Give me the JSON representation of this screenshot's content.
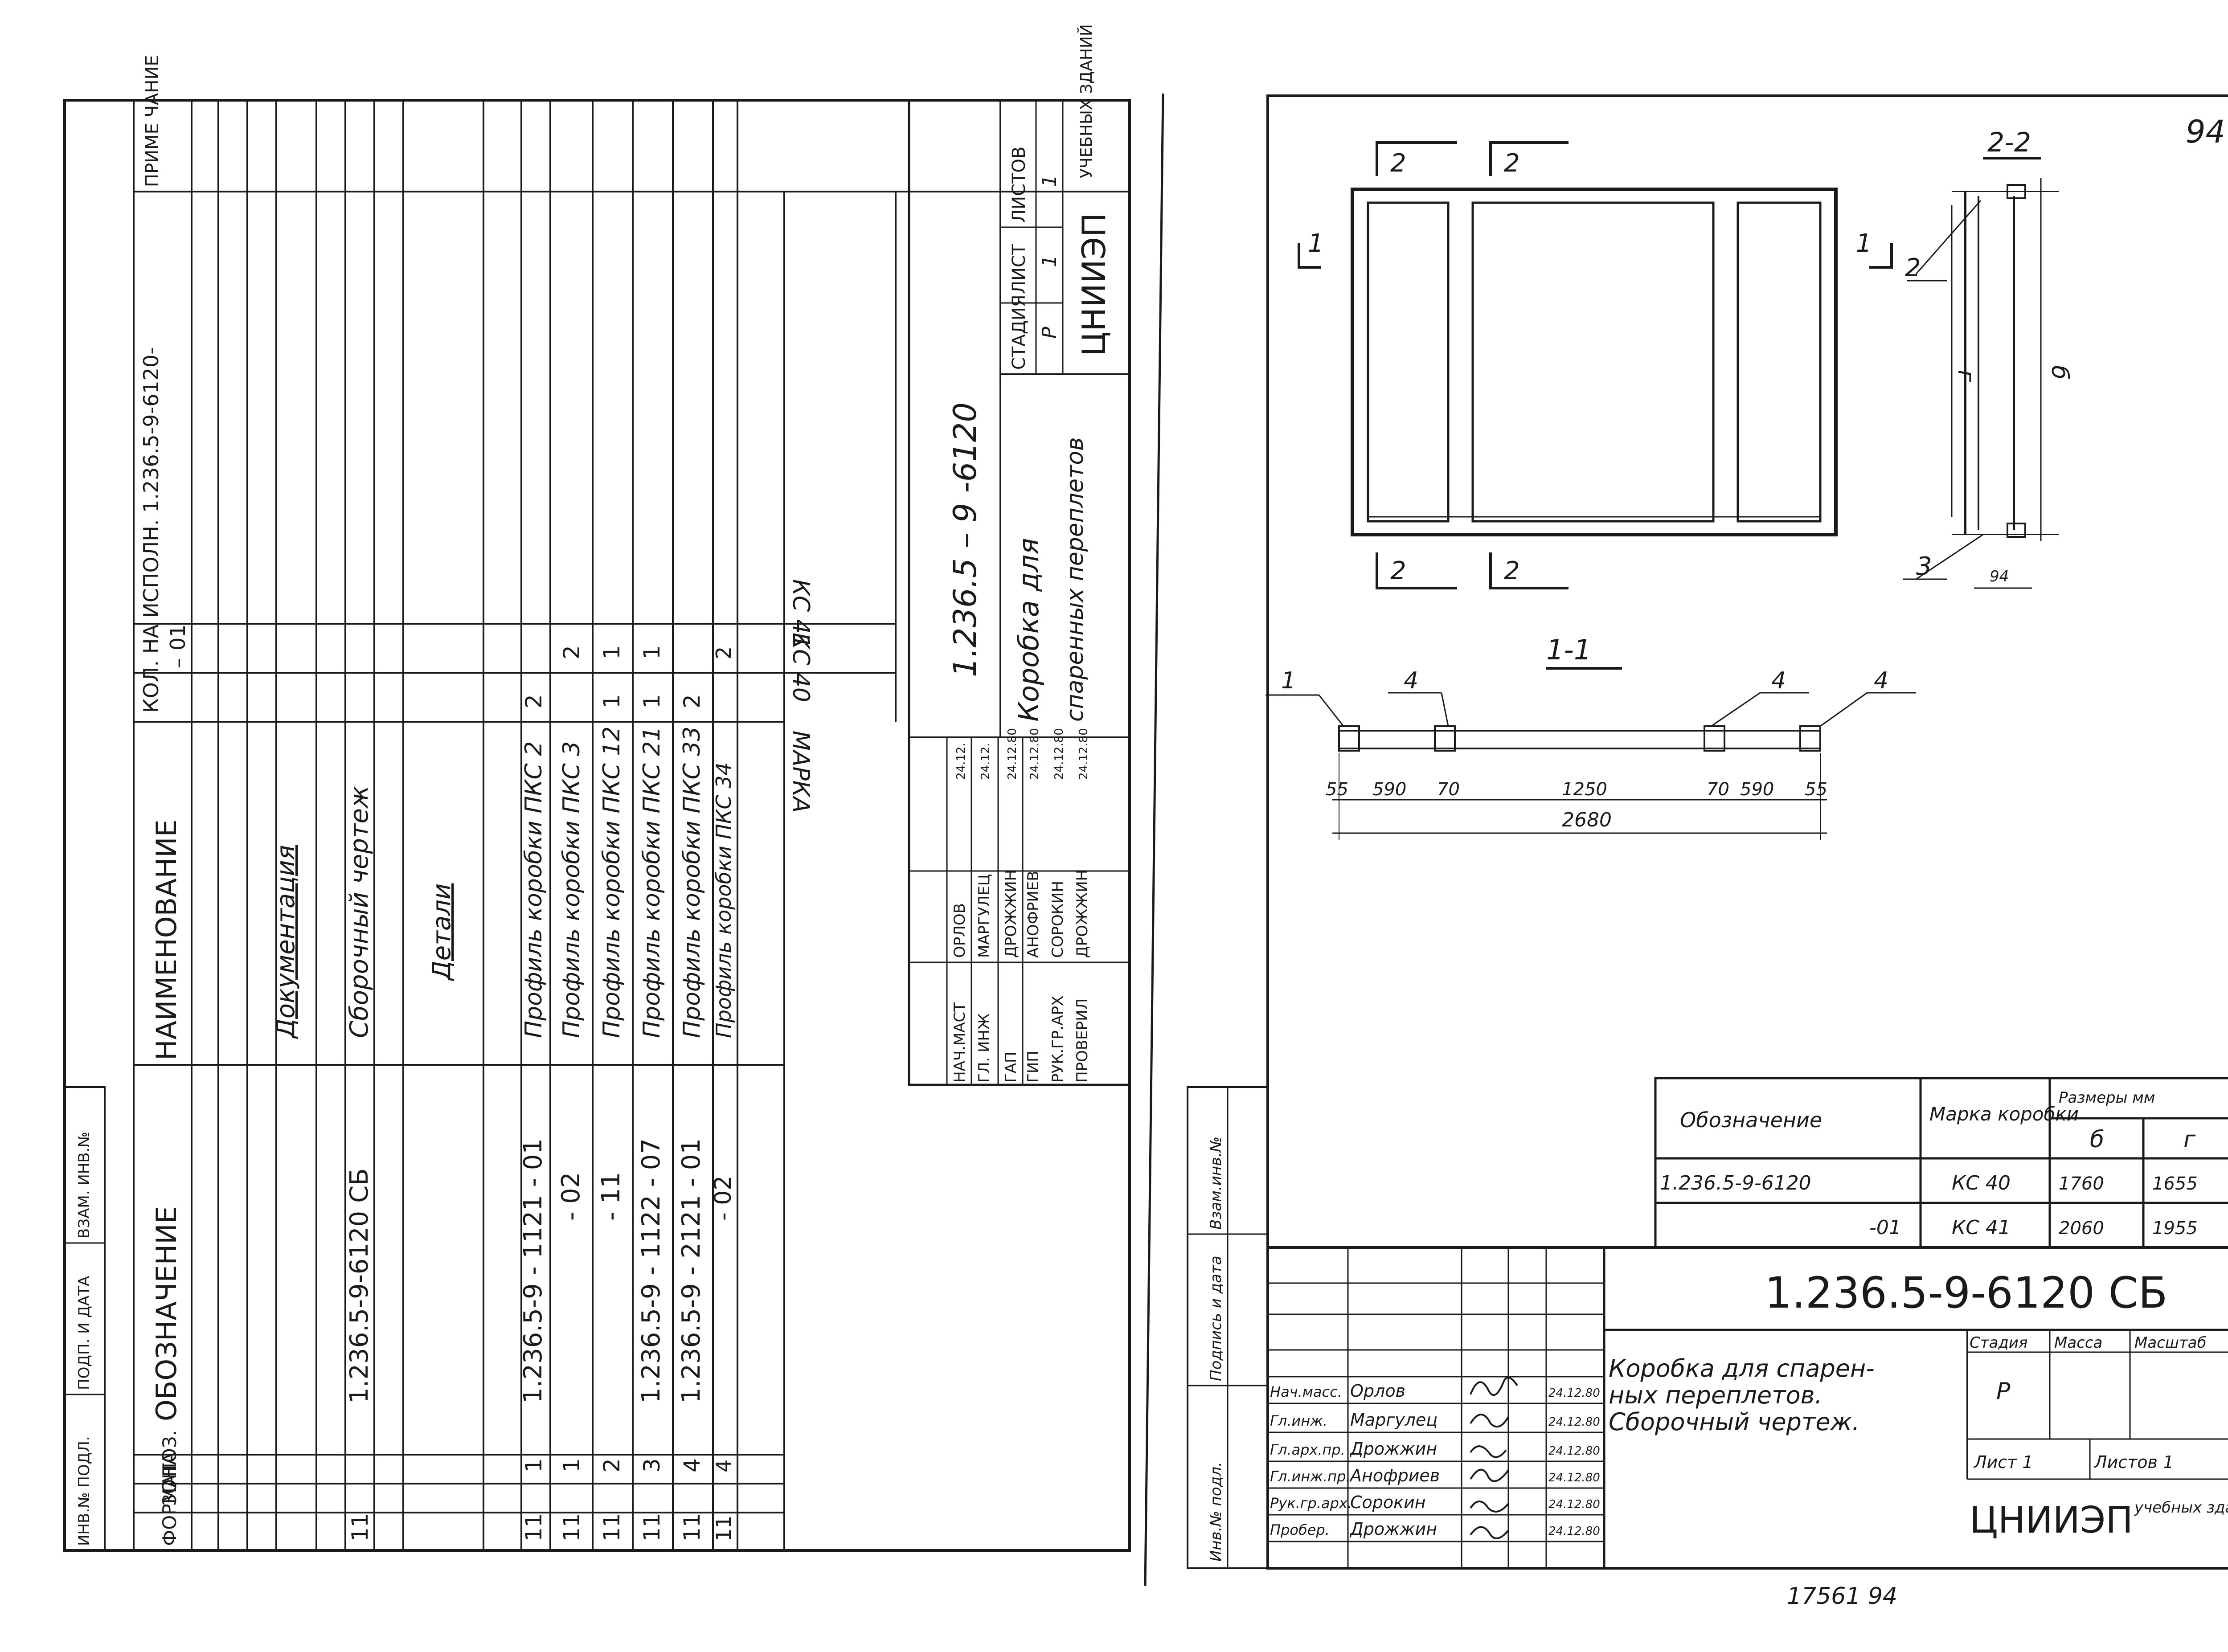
{
  "page_number": "94",
  "bottom_stamp": "17561  94",
  "left_sheet": {
    "headers": {
      "format": "ФОРМАТ",
      "zone": "ЗОНА",
      "pos": "ПОЗ.",
      "designation": "ОБОЗНАЧЕНИЕ",
      "name": "НАИМЕНОВАНИЕ",
      "qty": "КОЛ. НА ИСПОЛН. 1.236.5-9-6120-",
      "note": "ПРИМЕ ЧАНИЕ",
      "exec_base": "–",
      "exec_01": "01"
    },
    "rows": [
      {
        "format": "",
        "pos": "",
        "designation": "",
        "name": "Документация",
        "q_base": "",
        "q_01": ""
      },
      {
        "format": "11",
        "pos": "",
        "designation": "1.236.5-9-6120 СБ",
        "name": "Сборочный чертеж",
        "q_base": "",
        "q_01": ""
      },
      {
        "format": "",
        "pos": "",
        "designation": "",
        "name": "Детали",
        "q_base": "",
        "q_01": ""
      },
      {
        "format": "11",
        "pos": "1",
        "designation": "1.236.5-9 - 1121 - 01",
        "name": "Профиль коробки ПКС 2",
        "q_base": "2",
        "q_01": ""
      },
      {
        "format": "11",
        "pos": "1",
        "designation": "- 02",
        "name": "Профиль коробки ПКС 3",
        "q_base": "",
        "q_01": "2"
      },
      {
        "format": "11",
        "pos": "2",
        "designation": "- 11",
        "name": "Профиль коробки ПКС 12",
        "q_base": "1",
        "q_01": "1"
      },
      {
        "format": "11",
        "pos": "3",
        "designation": "1.236.5-9 - 1122 - 07",
        "name": "Профиль коробки ПКС 21",
        "q_base": "1",
        "q_01": "1"
      },
      {
        "format": "11",
        "pos": "4",
        "designation": "1.236.5-9 - 2121 - 01",
        "name": "Профиль коробки ПКС 33",
        "q_base": "2",
        "q_01": ""
      },
      {
        "format": "11",
        "pos": "4",
        "designation": "- 02",
        "name": "Профиль коробки ПКС 34",
        "q_base": "",
        "q_01": "2"
      }
    ],
    "marka": {
      "label": "МАРКА",
      "base": "КС 40",
      "v01": "КС 41"
    },
    "title_block": {
      "code": "1.236.5 – 9  -6120",
      "title_line1": "Коробка для",
      "title_line2": "спаренных переплетов",
      "stage_h": "СТАДИЯ",
      "sheet_h": "ЛИСТ",
      "sheets_h": "ЛИСТОВ",
      "stage": "Р",
      "sheet": "1",
      "sheets": "1",
      "org": "ЦНИИЭП",
      "org_sub": "УЧЕБНЫХ ЗДАНИЙ",
      "signers": [
        {
          "role": "НАЧ.МАСТ",
          "name": "ОРЛОВ",
          "date": "24.12."
        },
        {
          "role": "ГЛ. ИНЖ",
          "name": "МАРГУЛЕЦ",
          "date": "24.12."
        },
        {
          "role": "ГАП",
          "name": "ДРОЖЖИН",
          "date": "24.12.80"
        },
        {
          "role": "ГИП",
          "name": "АНОФРИЕВ",
          "date": "24.12.80"
        },
        {
          "role": "РУК.ГР.АРХ",
          "name": "СОРОКИН",
          "date": "24.12.80"
        },
        {
          "role": "ПРОВЕРИЛ",
          "name": "ДРОЖЖИН",
          "date": "24.12.80"
        }
      ]
    },
    "side_labels": [
      "ИНВ.№ ПОДЛ.",
      "ПОДП. И ДАТА",
      "ВЗАМ. ИНВ.№"
    ]
  },
  "right_sheet": {
    "section_22": "2-2",
    "section_11": "1-1",
    "callouts": [
      "1",
      "2",
      "3",
      "4"
    ],
    "dims_11": [
      "55",
      "590",
      "70",
      "1250",
      "70",
      "590",
      "55"
    ],
    "dim_total": "2680",
    "dim_94": "94",
    "dim_b": "б",
    "dim_g": "г",
    "table": {
      "h_designation": "Обозначение",
      "h_marka": "Марка коробки",
      "h_sizes": "Размеры мм",
      "h_b": "б",
      "h_g": "г",
      "rows": [
        {
          "designation": "1.236.5-9-6120",
          "marka": "КС 40",
          "b": "1760",
          "g": "1655"
        },
        {
          "designation": "-01",
          "marka": "КС 41",
          "b": "2060",
          "g": "1955"
        }
      ]
    },
    "title_block": {
      "code": "1.236.5-9-6120 СБ",
      "title_line1": "Коробка для спарен-",
      "title_line2": "ных переплетов.",
      "title_line3": "Сборочный чертеж.",
      "stage_h": "Стадия",
      "mass_h": "Масса",
      "scale_h": "Масштаб",
      "stage": "Р",
      "sheet": "Лист 1",
      "sheets": "Листов 1",
      "org": "ЦНИИЭП",
      "org_sub": "учебных зданий",
      "signers": [
        {
          "role": "Нач.масс.",
          "name": "Орлов",
          "date": "24.12.80"
        },
        {
          "role": "Гл.инж.",
          "name": "Маргулец",
          "date": "24.12.80"
        },
        {
          "role": "Гл.арх.пр.",
          "name": "Дрожжин",
          "date": "24.12.80"
        },
        {
          "role": "Гл.инж.пр.",
          "name": "Анофриев",
          "date": "24.12.80"
        },
        {
          "role": "Рук.гр.арх.",
          "name": "Сорокин",
          "date": "24.12.80"
        },
        {
          "role": "Пробер.",
          "name": "Дрожжин",
          "date": "24.12.80"
        }
      ]
    },
    "side_labels": [
      "Инв.№ подл.",
      "Подпись и дата",
      "Взам.инв.№"
    ]
  }
}
